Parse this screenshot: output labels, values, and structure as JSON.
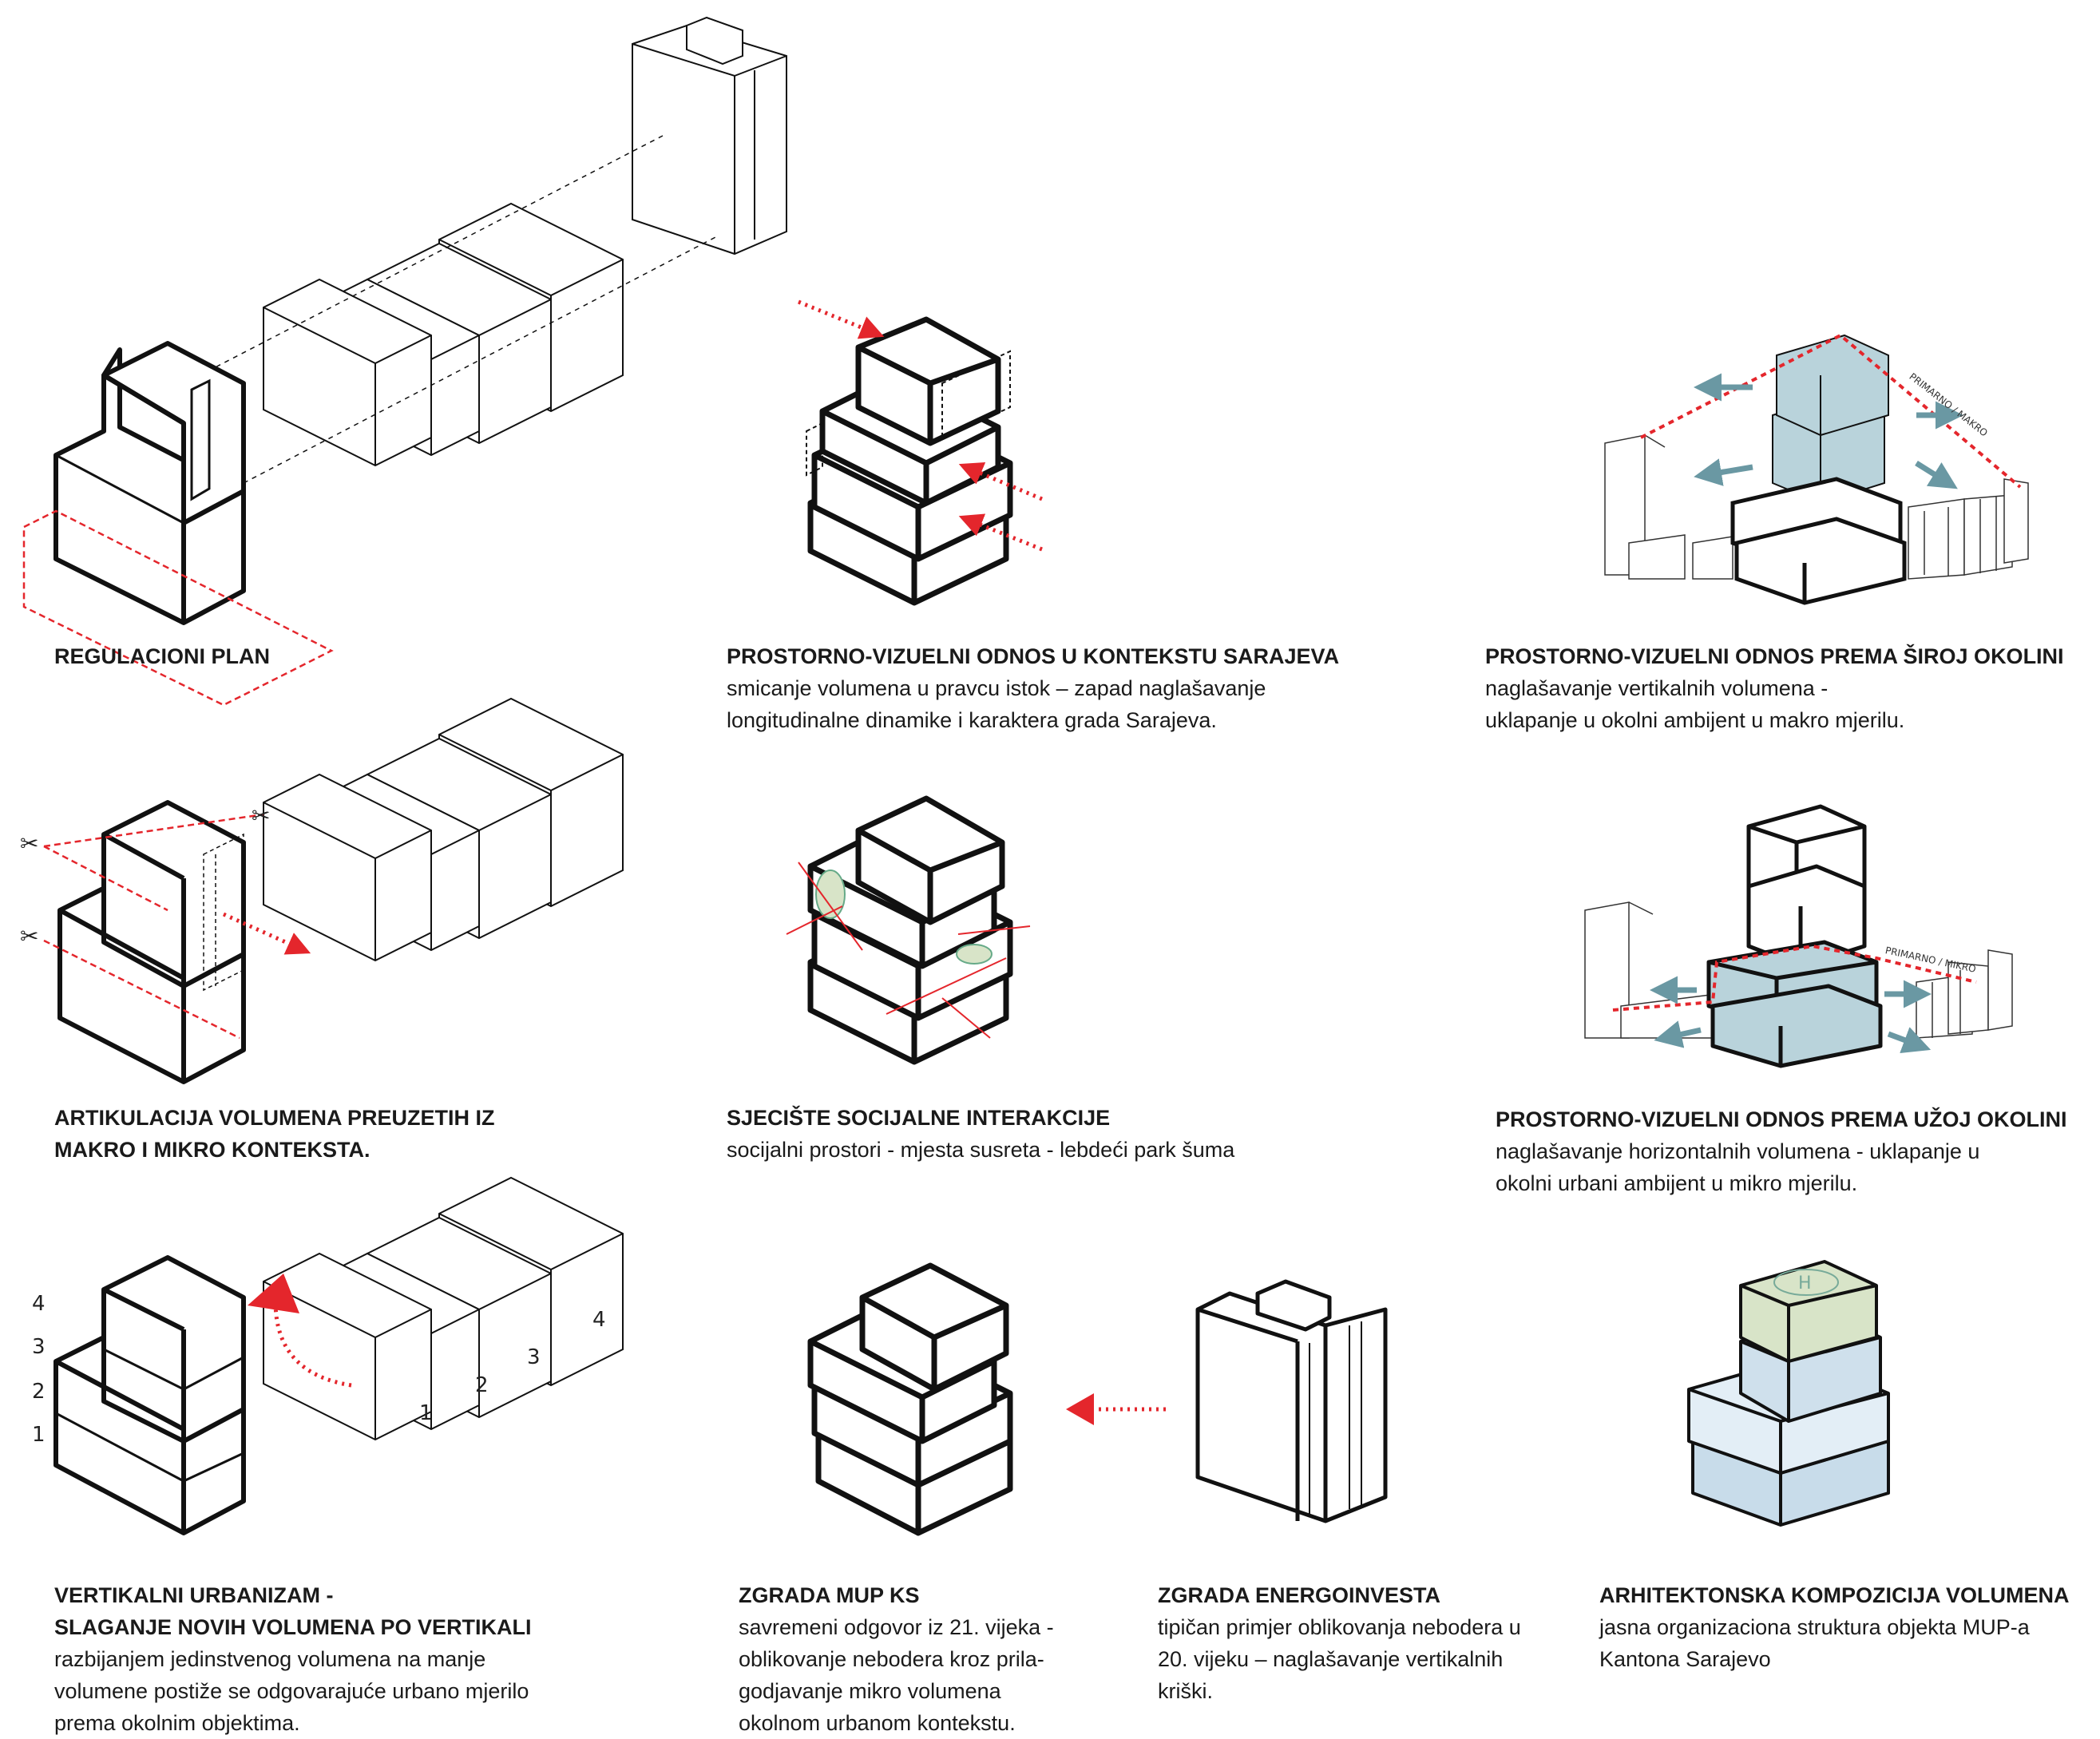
{
  "captions": {
    "regulacioni": {
      "title": "REGULACIONI PLAN"
    },
    "sarajevo": {
      "title": "PROSTORNO-VIZUELNI ODNOS U KONTEKSTU SARAJEVA",
      "body": "smicanje volumena u pravcu istok – zapad naglašavanje\nlongitudinalne dinamike i karaktera grada Sarajeva."
    },
    "siroj": {
      "title": "PROSTORNO-VIZUELNI ODNOS PREMA ŠIROJ OKOLINI",
      "body": "naglašavanje vertikalnih volumena -\nuklapanje u okolni ambijent u makro mjerilu."
    },
    "artikulacija": {
      "title": "ARTIKULACIJA VOLUMENA PREUZETIH IZ\nMAKRO I MIKRO KONTEKSTA."
    },
    "sjeciste": {
      "title": "SJECIŠTE SOCIJALNE INTERAKCIJE",
      "body": "socijalni prostori - mjesta susreta - lebdeći park šuma"
    },
    "uzoj": {
      "title": "PROSTORNO-VIZUELNI ODNOS PREMA UŽOJ OKOLINI",
      "body": "naglašavanje horizontalnih volumena - uklapanje u\nokolni urbani ambijent u mikro mjerilu."
    },
    "vertikalni": {
      "title": "VERTIKALNI URBANIZAM -\nSLAGANJE NOVIH VOLUMENA PO VERTIKALI",
      "body": "razbijanjem jedinstvenog volumena na manje\nvolumene postiže se odgovarajuće urbano mjerilo\nprema okolnim objektima."
    },
    "mup": {
      "title": "ZGRADA MUP KS",
      "body": "savremeni odgovor iz 21. vijeka -\noblikovanje nebodera kroz prila-\ngodjavanje mikro volumena\nokolnom urbanom kontekstu."
    },
    "energo": {
      "title": "ZGRADA ENERGOINVESTA",
      "body": "tipičan primjer oblikovanja nebodera u\n20. vijeku – naglašavanje vertikalnih\nkriški."
    },
    "arhitektonska": {
      "title": "ARHITEKTONSKA KOMPOZICIJA VOLUMENA",
      "body": "jasna organizaciona struktura objekta MUP-a\nKantona Sarajevo"
    }
  },
  "numbers": {
    "left": [
      "4",
      "3",
      "2",
      "1"
    ],
    "right": [
      "1",
      "2",
      "3",
      "4"
    ]
  },
  "small_labels": {
    "makro": "PRIMARNO / MAKRO",
    "mikro": "PRIMARNO / MIKRO"
  },
  "symbols": {
    "scissors": "✂"
  },
  "colors": {
    "accent_red": "#e4262c",
    "volume_blue": "#b9d3db",
    "arrow_teal": "#6a98a3",
    "roof_green": "#d8e4c8",
    "line": "#111111"
  }
}
